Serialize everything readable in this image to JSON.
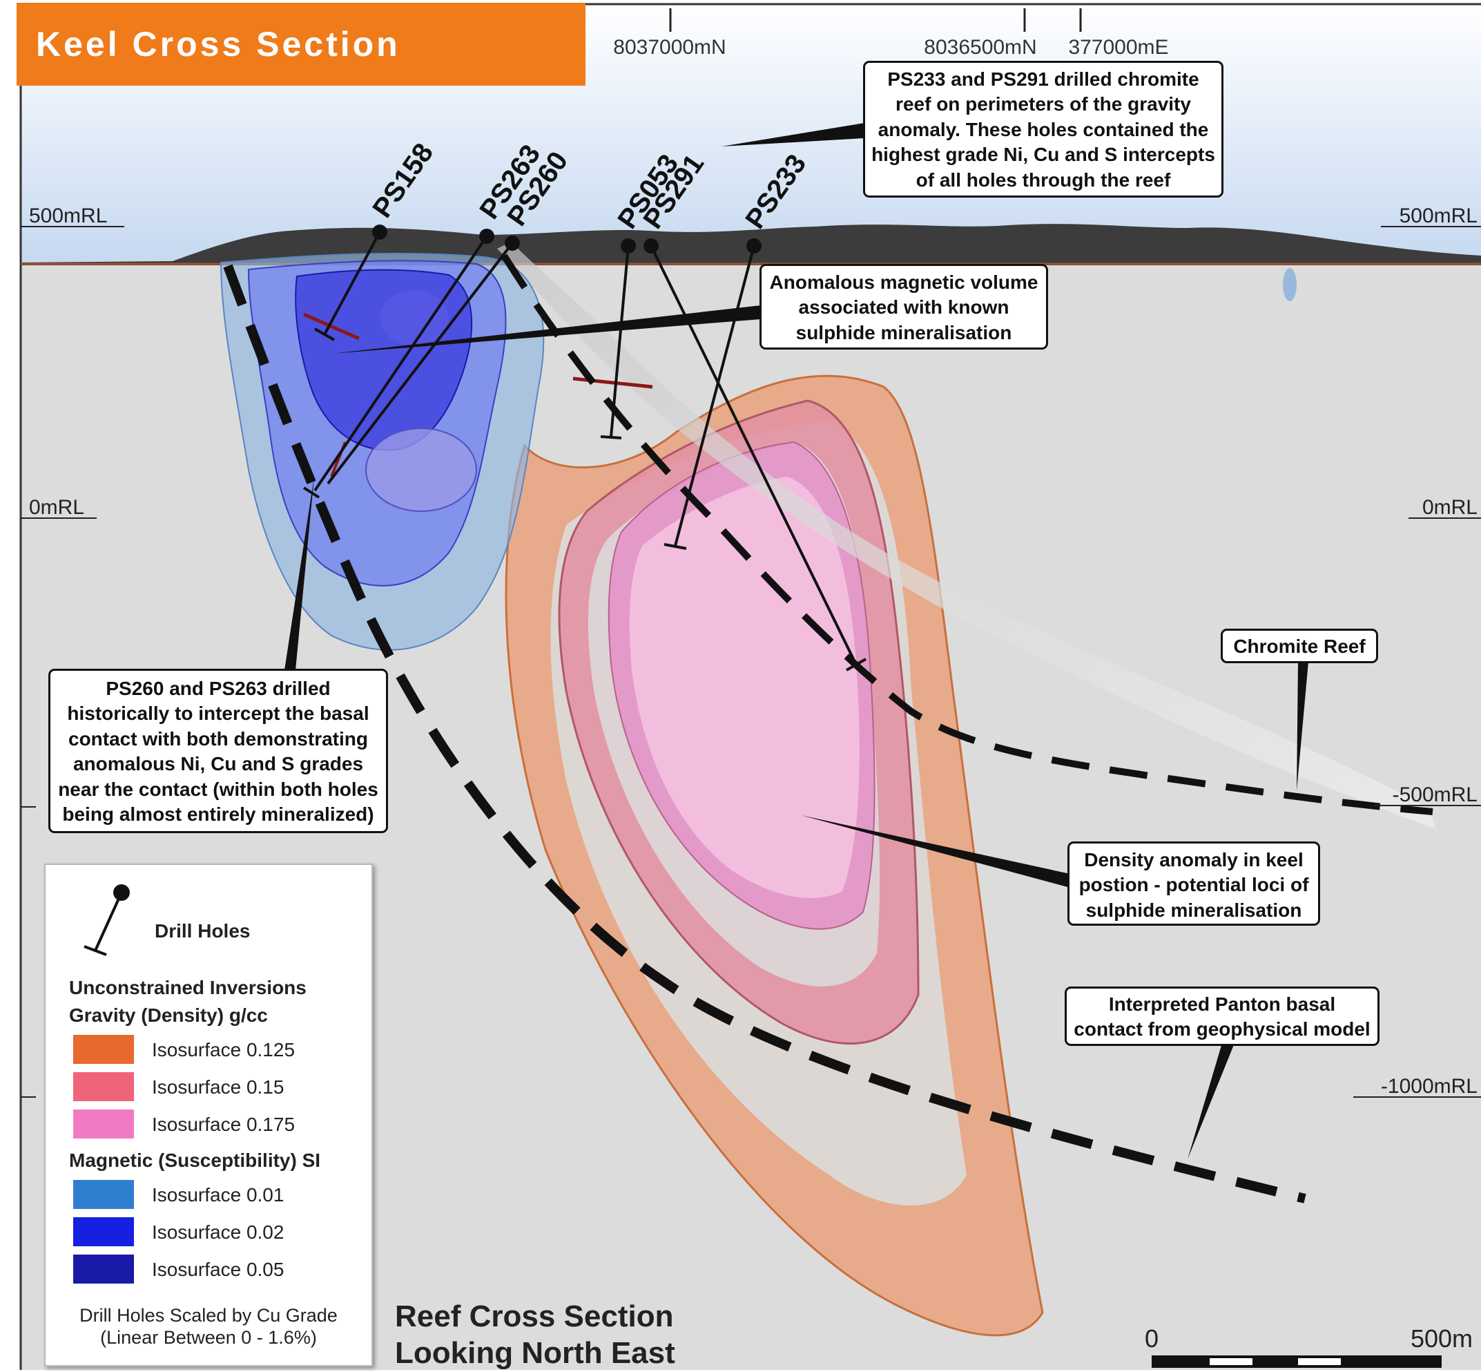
{
  "title": "Keel Cross Section",
  "northings": [
    {
      "label": "8037000mN"
    },
    {
      "label": "8036500mN"
    },
    {
      "label": "377000mE"
    }
  ],
  "rl_labels": {
    "left": [
      "500mRL",
      "0mRL"
    ],
    "right": [
      "500mRL",
      "0mRL",
      "-500mRL",
      "-1000mRL"
    ]
  },
  "drill_holes": [
    "PS158",
    "PS263",
    "PS260",
    "PS053",
    "PS291",
    "PS233"
  ],
  "callouts": {
    "ps233_ps291": [
      "PS233 and PS291 drilled chromite",
      "reef on perimeters of the gravity",
      "anomaly. These holes contained the",
      "highest grade Ni, Cu and S intercepts",
      "of all holes through the reef"
    ],
    "magnetic_volume": [
      "Anomalous magnetic volume",
      "associated with known",
      "sulphide mineralisation"
    ],
    "chromite_reef": [
      "Chromite Reef"
    ],
    "ps260_ps263": [
      "PS260 and PS263 drilled",
      "historically to intercept the basal",
      "contact with both demonstrating",
      "anomalous Ni, Cu and S grades",
      "near the contact (within both holes",
      "being almost entirely mineralized)"
    ],
    "density_anomaly": [
      "Density anomaly in keel",
      "postion - potential loci of",
      "sulphide mineralisation"
    ],
    "basal_contact": [
      "Interpreted Panton basal",
      "contact from geophysical model"
    ]
  },
  "legend": {
    "drill_holes": "Drill Holes",
    "inversions_header": "Unconstrained Inversions",
    "gravity_header": "Gravity (Density) g/cc",
    "gravity_items": [
      {
        "label": "Isosurface 0.125",
        "color": "#e8692e"
      },
      {
        "label": "Isosurface 0.15",
        "color": "#f0647a"
      },
      {
        "label": "Isosurface 0.175",
        "color": "#f27ac2"
      }
    ],
    "magnetic_header": "Magnetic (Susceptibility) SI",
    "magnetic_items": [
      {
        "label": "Isosurface 0.01",
        "color": "#2f7fd0"
      },
      {
        "label": "Isosurface 0.02",
        "color": "#1520e0"
      },
      {
        "label": "Isosurface 0.05",
        "color": "#1a1aa8"
      }
    ],
    "footnote": [
      "Drill Holes Scaled by Cu Grade",
      "(Linear Between 0 - 1.6%)"
    ]
  },
  "caption": [
    "Reef Cross Section",
    "Looking North East"
  ],
  "scale_bar": {
    "start": "0",
    "end": "500m"
  },
  "colors": {
    "title_bg": "#ef7b1a",
    "section_bg": "#dcdcdc",
    "sky": "#cfe0f4"
  }
}
